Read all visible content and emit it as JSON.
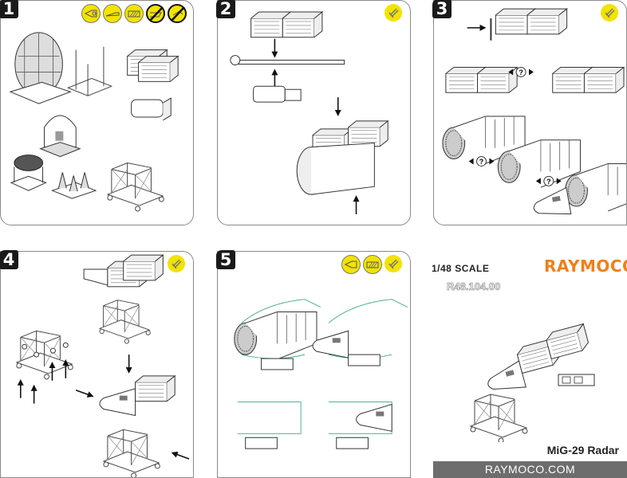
{
  "steps": [
    {
      "number": "1",
      "icons": [
        "cutter-icon",
        "knife-icon",
        "file-icon",
        "no-bend-icon",
        "no-glue-icon"
      ]
    },
    {
      "number": "2",
      "icons": [
        "glue-icon"
      ]
    },
    {
      "number": "3",
      "icons": [
        "glue-icon"
      ],
      "option_marks": [
        "?",
        "?",
        "?"
      ]
    },
    {
      "number": "4",
      "icons": [
        "glue-icon"
      ]
    },
    {
      "number": "5",
      "icons": [
        "cutter-icon",
        "file-icon",
        "glue-icon"
      ]
    }
  ],
  "product": {
    "scale": "1/48 SCALE",
    "code": "R48.104.00",
    "brand": "RAYMOCO",
    "title": "MiG-29 Radar",
    "website": "RAYMOCO.COM"
  },
  "colors": {
    "icon_yellow": "#f2e300",
    "brand_orange": "#f07f1a",
    "footer_gray": "#6d6d6d",
    "fuselage_green": "#3aa889"
  }
}
